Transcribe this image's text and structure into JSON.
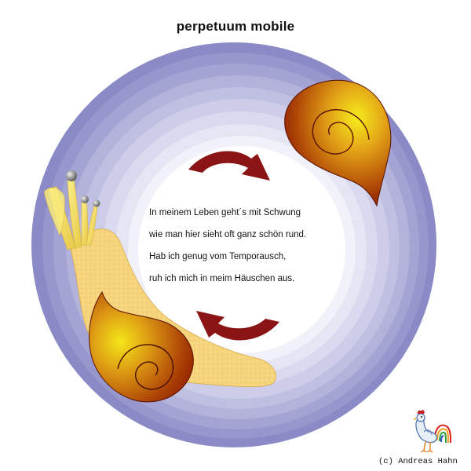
{
  "title": "perpetuum mobile",
  "poem": {
    "lines": [
      "In meinem Leben geht´s mit Schwung",
      "wie man hier sieht oft ganz schön rund.",
      "Hab ich genug vom Temporausch,",
      "ruh ich mich in meim Häuschen aus."
    ]
  },
  "copyright": "(c) Andreas Hahn",
  "icons": {
    "top_arrow": "curved-arrow-right-icon",
    "bottom_arrow": "curved-arrow-left-icon",
    "logo": "rooster-logo-icon"
  },
  "colors": {
    "ring_outer": "#8a8ac4",
    "ring_inner": "#e8e8f4",
    "shell_light": "#f2e21a",
    "shell_dark": "#8c1a00",
    "snail_body": "#f5d27a",
    "arrow": "#8b1414"
  }
}
